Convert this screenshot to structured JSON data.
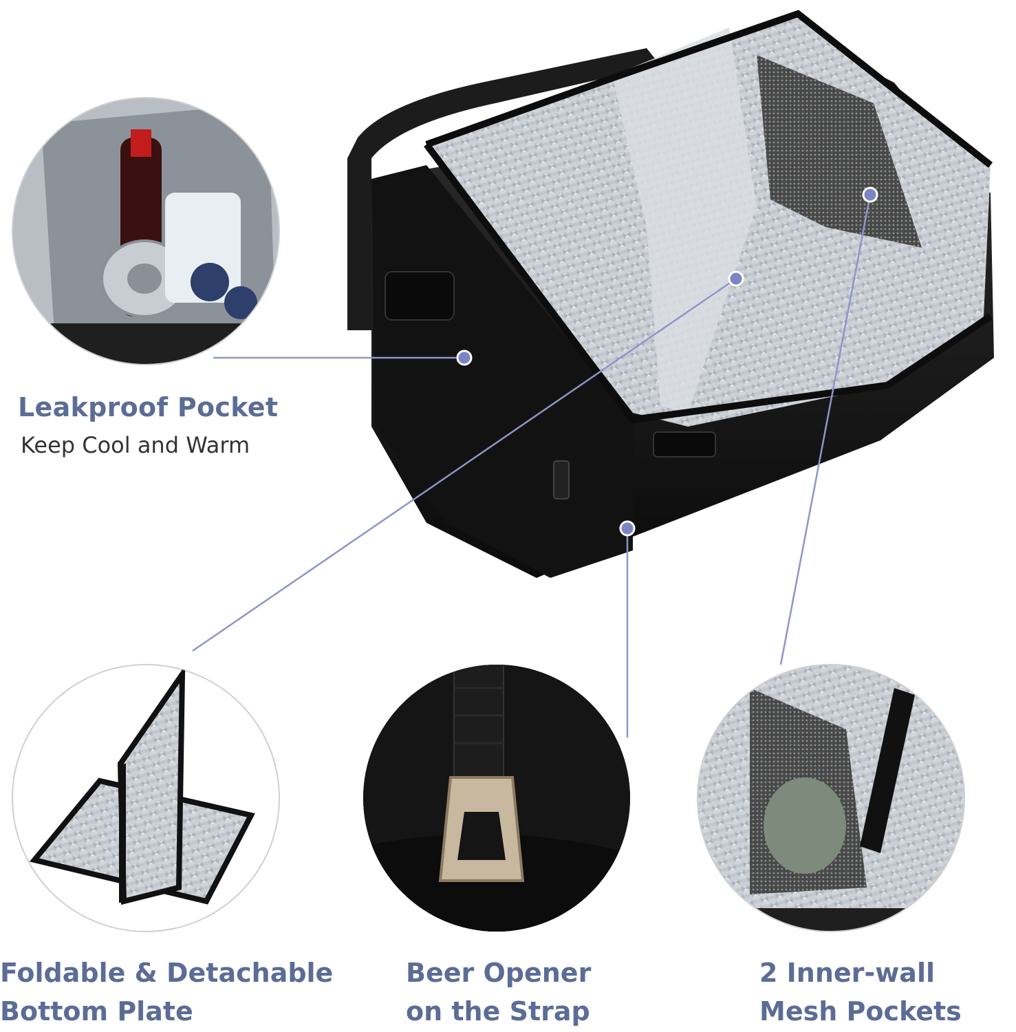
{
  "colors": {
    "accent": "#5b6d96",
    "callout_line": "#8f95c9",
    "callout_dot": "#7c84c4",
    "bag_black": "#161616",
    "foil": "#c9ced3"
  },
  "features": {
    "leakproof": {
      "title": "Leakproof Pocket",
      "subtitle": "Keep Cool and Warm"
    },
    "foldable": {
      "line1": "Foldable & Detachable",
      "line2": "Bottom Plate"
    },
    "opener": {
      "line1": "Beer Opener",
      "line2": "on the Strap"
    },
    "mesh": {
      "line1": "2 Inner-wall",
      "line2": "Mesh Pockets"
    }
  },
  "icons": {
    "leakproof_circle": "ice-and-drinks-photo",
    "foldable_circle": "bottom-plate-photo",
    "opener_circle": "bottle-opener-photo",
    "mesh_circle": "mesh-pocket-photo",
    "main": "cooler-bag-photo"
  }
}
